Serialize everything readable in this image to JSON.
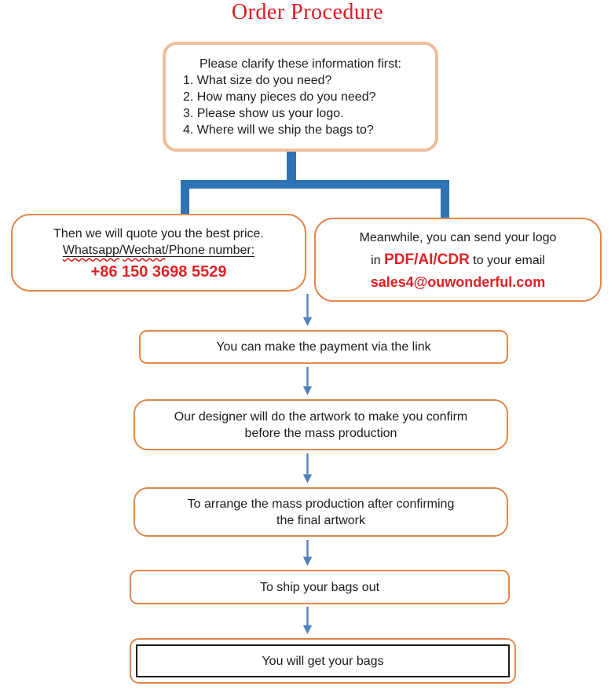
{
  "title": "Order Procedure",
  "colors": {
    "title_red": "#df1a20",
    "accent_red": "#e02125",
    "box_border_orange": "#e1874b",
    "clarify_border_peach": "#eebd9a",
    "connector_blue": "#2e74b5",
    "arrow_blue": "#4f81bd",
    "text": "#1c1c1c"
  },
  "flow": {
    "clarify": {
      "heading": "Please clarify these information first:",
      "items": [
        "1. What size do you need?",
        "2. How many pieces do you need?",
        "3. Please show us your logo.",
        "4. Where will we ship the bags to?"
      ]
    },
    "quote": {
      "line1": "Then we will quote you the best price.",
      "contact": {
        "whatsapp": "Whatsapp",
        "slash1": "/",
        "wechat": "Wechat",
        "rest": "/Phone number:"
      },
      "phone": "+86 150 3698 5529"
    },
    "logo": {
      "line1": "Meanwhile, you can send your logo",
      "line2_prefix": "in ",
      "line2_formats": "PDF/AI/CDR",
      "line2_suffix": " to your email",
      "email": "sales4@ouwonderful.com"
    },
    "payment": {
      "text": "You can make the payment via the link"
    },
    "artwork": {
      "line1": "Our designer will do the artwork to make you confirm",
      "line2": "before the mass production"
    },
    "production": {
      "line1": "To arrange the mass production after confirming",
      "line2": "the final artwork"
    },
    "ship": {
      "text": "To ship your bags out"
    },
    "receive": {
      "text": "You will get your bags"
    }
  }
}
